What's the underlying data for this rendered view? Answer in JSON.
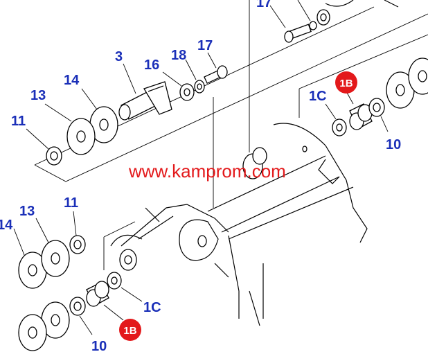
{
  "watermark": "www.kamprom.com",
  "colors": {
    "label": "#1a2fb8",
    "watermark": "#e3191b",
    "badge": "#e3191b",
    "line": "#000000"
  },
  "labels": {
    "l17_top": "17",
    "l3": "3",
    "l16": "16",
    "l18": "18",
    "l17": "17",
    "l14_upper": "14",
    "l13_upper": "13",
    "l11_upper": "11",
    "l1b_upper": "1B",
    "l1c_upper": "1C",
    "l10_upper": "10",
    "l14_lower": "14",
    "l13_lower": "13",
    "l11_lower": "11",
    "l1c_lower": "1C",
    "l1b_lower": "1B",
    "l10_lower": "10"
  }
}
